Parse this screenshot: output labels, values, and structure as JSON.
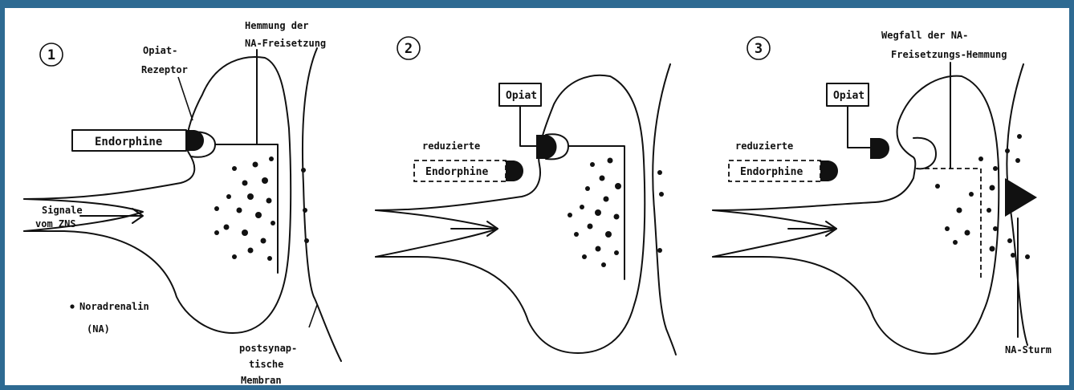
{
  "colors": {
    "frame": "#2e6a92",
    "ink": "#111111",
    "background": "#ffffff"
  },
  "panels": [
    {
      "number": "1",
      "labels": {
        "inhibition_line1": "Hemmung der",
        "inhibition_line2": "NA-Freisetzung",
        "receptor_line1": "Opiat-",
        "receptor_line2": "Rezeptor",
        "endorphine": "Endorphine",
        "signal_line1": "Signale",
        "signal_line2": "vom ZNS",
        "legend_line1": "Noradrenalin",
        "legend_line2": "(NA)",
        "membrane_line1": "postsynap-",
        "membrane_line2": "tische",
        "membrane_line3": "Membran"
      }
    },
    {
      "number": "2",
      "labels": {
        "opiat": "Opiat",
        "reduced": "reduzierte",
        "endorphine": "Endorphine"
      }
    },
    {
      "number": "3",
      "labels": {
        "removal_line1": "Wegfall der NA-",
        "removal_line2": "Freisetzungs-Hemmung",
        "opiat": "Opiat",
        "reduced": "reduzierte",
        "endorphine": "Endorphine",
        "storm": "NA-Sturm"
      }
    }
  ]
}
